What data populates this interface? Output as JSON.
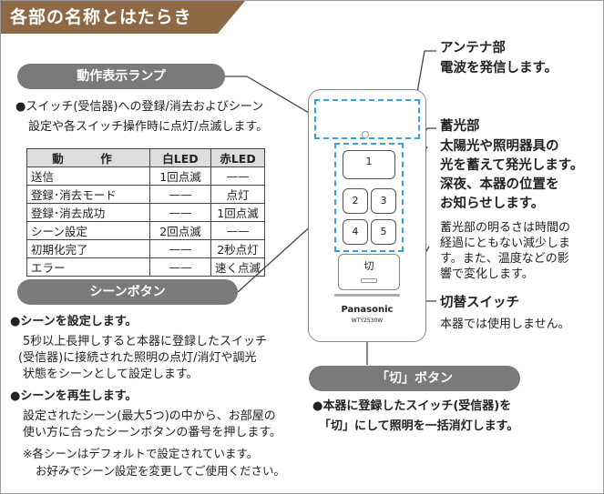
{
  "header": {
    "title": "各部の名称とはたらき"
  },
  "lamp": {
    "label": "動作表示ランプ",
    "desc1": "●スイッチ(受信器)への登録/消去およびシーン",
    "desc2": "設定や各スイッチ操作時に点灯/点滅します。",
    "table": {
      "headers": [
        "動　作",
        "白LED",
        "赤LED"
      ],
      "rows": [
        [
          "送信",
          "1回点滅",
          "——"
        ],
        [
          "登録･消去モード",
          "——",
          "点灯"
        ],
        [
          "登録･消去成功",
          "——",
          "1回点滅"
        ],
        [
          "シーン設定",
          "2回点滅",
          "——"
        ],
        [
          "初期化完了",
          "——",
          "2秒点灯"
        ],
        [
          "エラー",
          "——",
          "速く点滅"
        ]
      ]
    }
  },
  "scene": {
    "label": "シーンボタン",
    "set_title": "●シーンを設定します。",
    "set1": "5秒以上長押しすると本器に登録したスイッチ",
    "set2": "(受信器)に接続された照明の点灯/消灯や調光",
    "set3": "状態をシーンとして設定します。",
    "play_title": "●シーンを再生します。",
    "play1": "設定されたシーン(最大5つ)の中から、お部屋の",
    "play2": "使い方に合ったシーンボタンの番号を押します。",
    "note1": "※各シーンはデフォルトで設定されています。",
    "note2": "お好みでシーン設定を変更してご使用ください。"
  },
  "antenna": {
    "title": "アンテナ部",
    "desc": "電波を発信します。"
  },
  "luminous": {
    "title": "蓄光部",
    "d1": "太陽光や照明器具の",
    "d2": "光を蓄えて発光します。",
    "d3": "深夜、本器の位置を",
    "d4": "お知らせします。",
    "n1": "蓄光部の明るさは時間の",
    "n2": "経過にともない減少しま",
    "n3": "す。また、温度などの影",
    "n4": "響で変化します。"
  },
  "switch": {
    "title": "切替スイッチ",
    "desc": "本器では使用しません。"
  },
  "off": {
    "label": "「切」ボタン",
    "d1": "●本器に登録したスイッチ(受信器)を",
    "d2": "「切」にして照明を一括消灯します。"
  },
  "remote": {
    "buttons": [
      "1",
      "2",
      "3",
      "4",
      "5"
    ],
    "off_label": "切",
    "brand": "Panasonic",
    "model": "WTY2530W"
  }
}
